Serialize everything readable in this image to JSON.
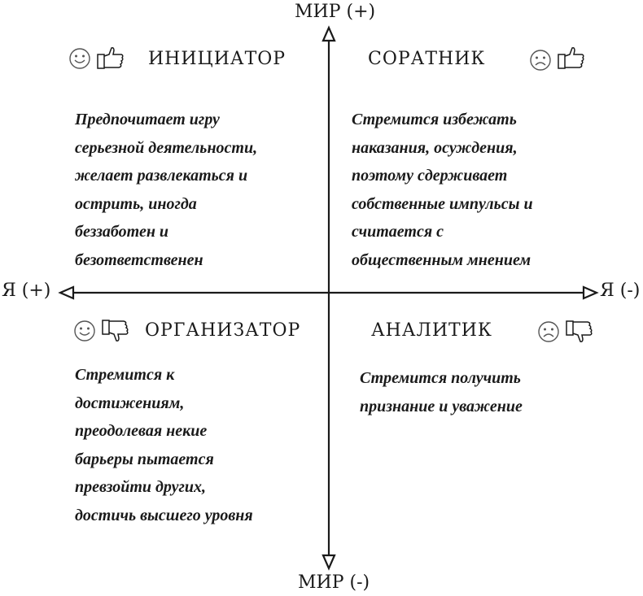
{
  "axes": {
    "top": "МИР (+)",
    "bottom": "МИР (-)",
    "left": "Я (+)",
    "right": "Я (-)"
  },
  "quadrants": {
    "top_left": {
      "title": "ИНИЦИАТОР",
      "icons": [
        "smile-face-icon",
        "thumbs-up-icon"
      ],
      "lines": [
        "Предпочитает игру",
        "серьезной деятельности,",
        "желает развлекаться и",
        "острить, иногда",
        "беззаботен и",
        "безответственен"
      ]
    },
    "top_right": {
      "title": "СОРАТНИК",
      "icons": [
        "sad-face-icon",
        "thumbs-up-icon"
      ],
      "lines": [
        "Стремится избежать",
        "наказания, осуждения,",
        "поэтому сдерживает",
        "собственные импульсы и",
        "считается с",
        "общественным мнением"
      ]
    },
    "bottom_left": {
      "title": "ОРГАНИЗАТОР",
      "icons": [
        "smile-face-icon",
        "thumbs-down-icon"
      ],
      "lines": [
        "Стремится к",
        "достижениям,",
        "преодолевая некие",
        "барьеры пытается",
        "превзойти других,",
        "достичь высшего уровня"
      ]
    },
    "bottom_right": {
      "title": "АНАЛИТИК",
      "icons": [
        "sad-face-icon",
        "thumbs-down-icon"
      ],
      "lines": [
        "Стремится получить",
        "признание и уважение"
      ]
    }
  }
}
